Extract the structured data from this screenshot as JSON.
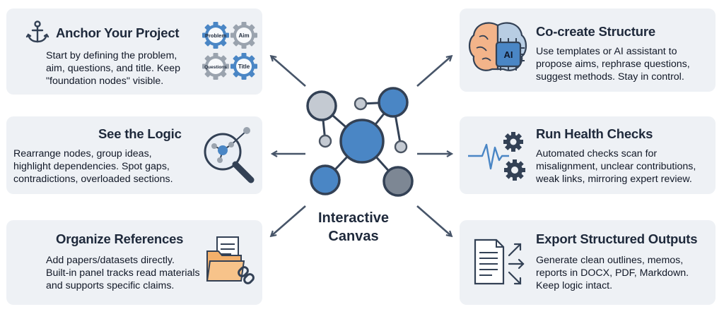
{
  "center": {
    "line1": "Interactive",
    "line2": "Canvas"
  },
  "cards": {
    "anchor": {
      "title": "Anchor Your Project",
      "lines": [
        "Start by defining the problem,",
        "aim, questions, and title. Keep",
        "\"foundation nodes\" visible."
      ],
      "gear_labels": [
        "Problem",
        "Aim",
        "Questions",
        "Title"
      ]
    },
    "logic": {
      "title": "See the Logic",
      "lines": [
        "Rearrange nodes, group ideas,",
        "highlight dependencies. Spot gaps,",
        "contradictions, overloaded sections."
      ]
    },
    "references": {
      "title": "Organize References",
      "lines": [
        "Add papers/datasets directly.",
        "Built-in panel tracks read materials",
        "and supports specific claims."
      ]
    },
    "cocreate": {
      "title": "Co-create Structure",
      "lines": [
        "Use templates or AI assistant to",
        "propose aims, rephrase questions,",
        "suggest methods. Stay in control."
      ],
      "chip_label": "AI"
    },
    "health": {
      "title": "Run Health Checks",
      "lines": [
        "Automated checks scan for",
        "misalignment, unclear contributions,",
        "weak links, mirroring expert review."
      ]
    },
    "export": {
      "title": "Export Structured Outputs",
      "lines": [
        "Generate clean outlines, memos,",
        "reports in DOCX, PDF, Markdown.",
        "Keep logic intact."
      ]
    }
  },
  "colors": {
    "blue": "#4a86c5",
    "gray": "#a9b0ba",
    "dark": "#334155",
    "card": "#eef1f5",
    "orange": "#f0a05a"
  }
}
